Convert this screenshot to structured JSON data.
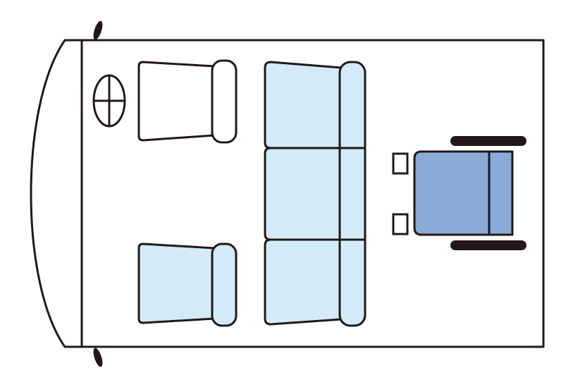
{
  "colors": {
    "line": "#231815",
    "background": "#ffffff",
    "empty_seat": "#ffffff",
    "passenger_seat": "#d3eaf9",
    "wheelchair": "#8aaad8",
    "wheel": "#231815"
  },
  "layout": {
    "name": "vehicle-seat-layout-top-view",
    "orientation": "front-facing-left"
  },
  "steering_wheel": {
    "icon": "steering-wheel-icon"
  },
  "seats": [
    {
      "id": "driver-seat",
      "state": "empty",
      "row": "front"
    },
    {
      "id": "front-passenger-seat",
      "state": "occupied",
      "row": "front"
    },
    {
      "id": "rear-bench-seat-left",
      "state": "occupied",
      "row": "rear"
    },
    {
      "id": "rear-bench-seat-center",
      "state": "occupied",
      "row": "rear"
    },
    {
      "id": "rear-bench-seat-right",
      "state": "occupied",
      "row": "rear"
    }
  ],
  "wheelchair": {
    "icon": "wheelchair-icon",
    "position": "rear-cargo-area"
  }
}
